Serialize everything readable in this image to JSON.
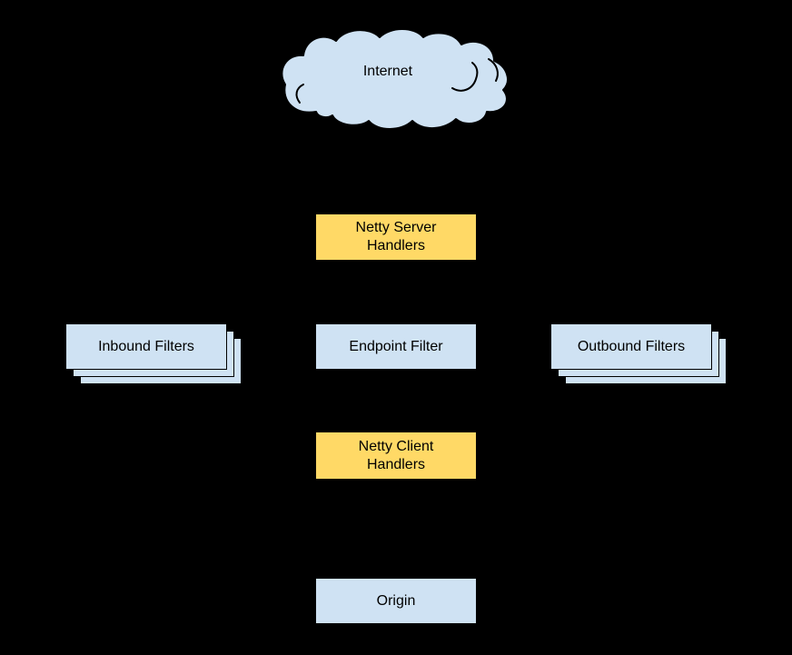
{
  "theme": {
    "background": "#000000",
    "handler-fill": "#FFD966",
    "filter-fill": "#CFE2F3",
    "cloud-fill": "#CFE2F3",
    "stroke": "#000000",
    "text-color": "#000000"
  },
  "diagram": {
    "nodes": {
      "internet": {
        "label": "Internet",
        "shape": "cloud"
      },
      "netty_server_handlers": {
        "lines": [
          "Netty Server",
          "Handlers"
        ],
        "shape": "rect-yellow"
      },
      "inbound_filters": {
        "label": "Inbound Filters",
        "shape": "stacked-rect-blue"
      },
      "endpoint_filter": {
        "label": "Endpoint Filter",
        "shape": "rect-blue"
      },
      "outbound_filters": {
        "label": "Outbound Filters",
        "shape": "stacked-rect-blue"
      },
      "netty_client_handlers": {
        "lines": [
          "Netty Client",
          "Handlers"
        ],
        "shape": "rect-yellow"
      },
      "origin": {
        "label": "Origin",
        "shape": "rect-blue"
      }
    }
  }
}
